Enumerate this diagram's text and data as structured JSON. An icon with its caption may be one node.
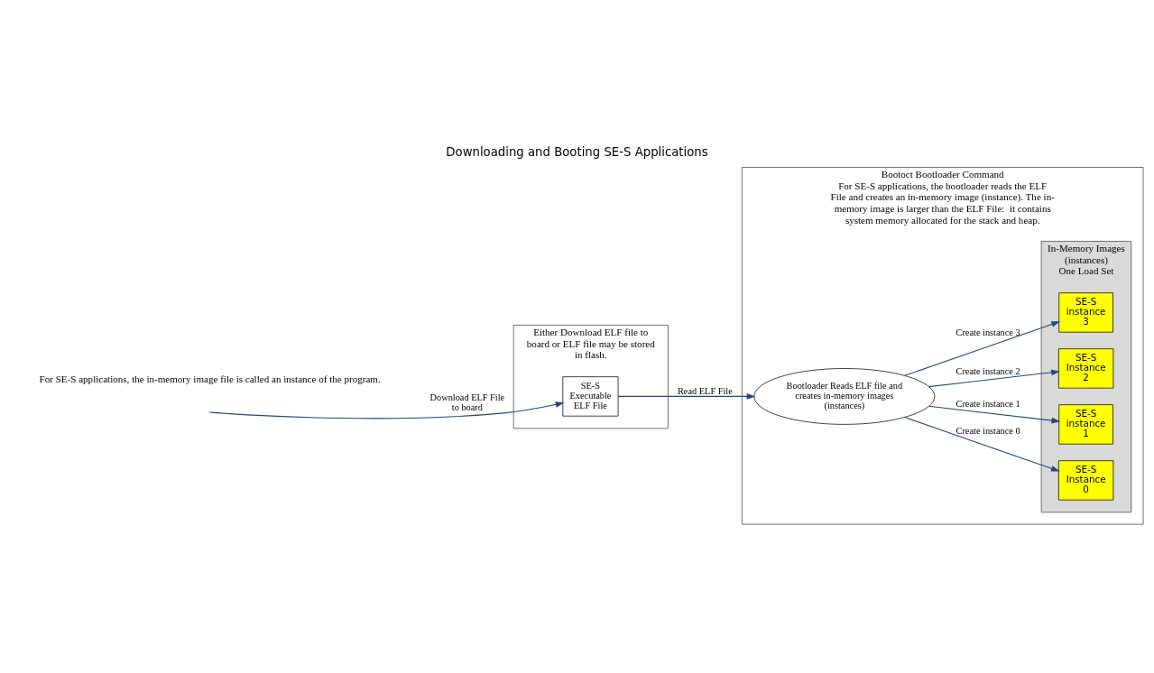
{
  "diagram": {
    "title": "Downloading and Booting SE-S Applications",
    "nodes": [
      {
        "text": [
          "Either Download ELF file to board or ELF file may be stored in flash."
        ]
      },
      {
        "text": [
          "SE-S Executable ELF File"
        ],
        "in": 0
      },
      {
        "text": [
          "Bootoct Bootloader Command",
          "For SE-S applications, the bootloader reads the ELF File and creates an in-memory image (instance). The in-memory image is larger than the ELF File:  it contains system memory allocated for the stack and heap."
        ]
      },
      {
        "text": [
          "Bootloader Reads ELF file and creates in-memory images (instances)"
        ],
        "in": 2
      },
      {
        "text": [
          "In-Memory Images (instances)",
          "One Load Set"
        ],
        "in": 2
      },
      {
        "text": [
          "SE-S Instance 0"
        ],
        "in": 4
      },
      {
        "text": [
          "SE-S instance 1"
        ],
        "in": 4
      },
      {
        "text": [
          "SE-S Instance 2"
        ],
        "in": 4
      },
      {
        "text": [
          "SE-S instance 3"
        ],
        "in": 4
      }
    ],
    "edges": [
      {
        "from": null,
        "to": 1,
        "arrow": "to",
        "label": "Download ELF File to board"
      },
      {
        "from": 1,
        "to": 3,
        "arrow": "to",
        "label": "Read ELF File"
      },
      {
        "from": 3,
        "to": 5,
        "arrow": "to",
        "label": "Create instance 0"
      },
      {
        "from": 3,
        "to": 6,
        "arrow": "to",
        "label": "Create instance 1"
      },
      {
        "from": 3,
        "to": 7,
        "arrow": "to",
        "label": "Create instance 2"
      },
      {
        "from": 3,
        "to": 8,
        "arrow": "to",
        "label": "Create instance 3"
      }
    ],
    "labels": [
      "For SE-S applications, the in-memory image file is called an instance of the program."
    ]
  }
}
